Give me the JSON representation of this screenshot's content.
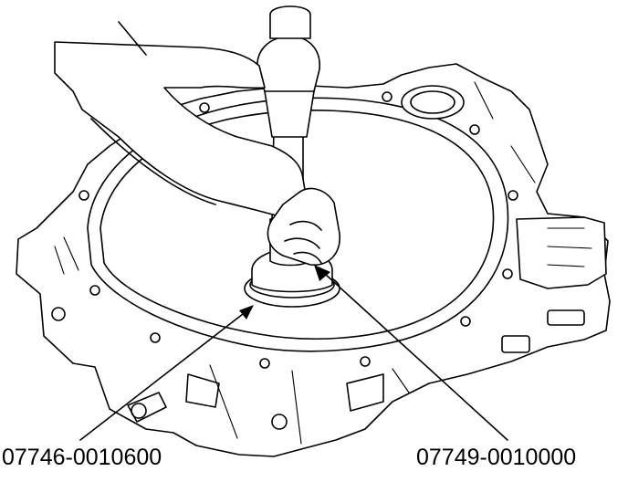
{
  "figure": {
    "callouts": [
      {
        "id": "left",
        "text": "07746-0010600"
      },
      {
        "id": "right",
        "text": "07749-0010000"
      }
    ]
  }
}
